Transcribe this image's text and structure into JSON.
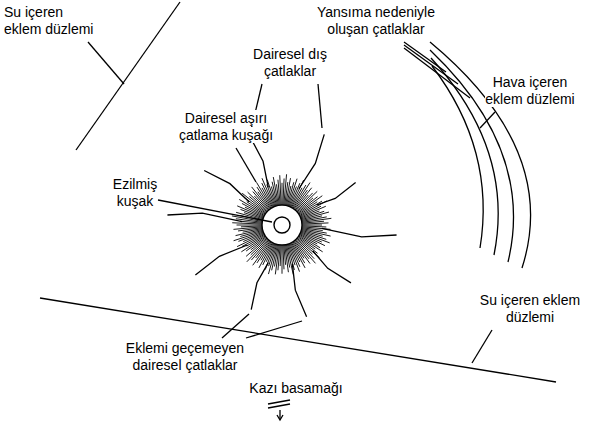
{
  "diagram": {
    "labels": [
      "Su içeren eklem düzlemi",
      "Yansıma nedeniyle oluşan çatlaklar",
      "Dairesel dış çatlaklar",
      "Hava içeren eklem düzlemi",
      "Dairesel aşırı çatlama kuşağı",
      "Ezilmiş kuşak",
      "Su içeren eklem düzlemi",
      "Eklemi geçemeyen dairesel çatlaklar",
      "Kazı basamağı"
    ]
  }
}
